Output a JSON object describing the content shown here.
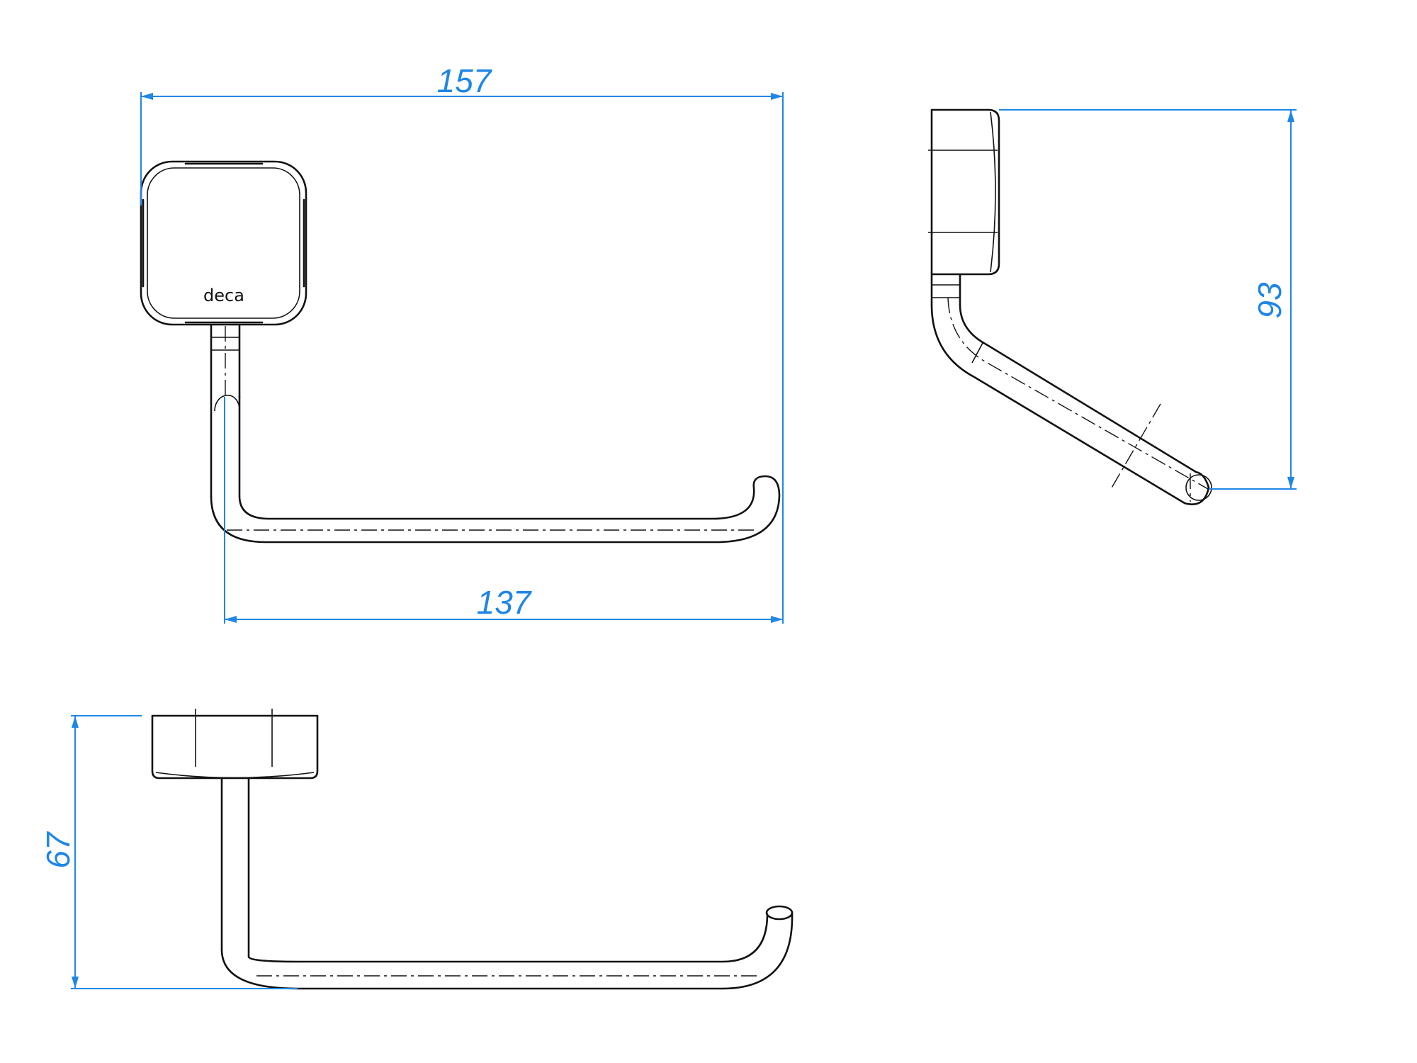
{
  "brand": "deca",
  "dimensions": {
    "front_total_width": "157",
    "front_arm_length": "137",
    "side_height": "93",
    "top_depth": "67"
  },
  "colors": {
    "dimension_line": "#1f86e6",
    "outline": "#111111",
    "background": "#ffffff"
  }
}
